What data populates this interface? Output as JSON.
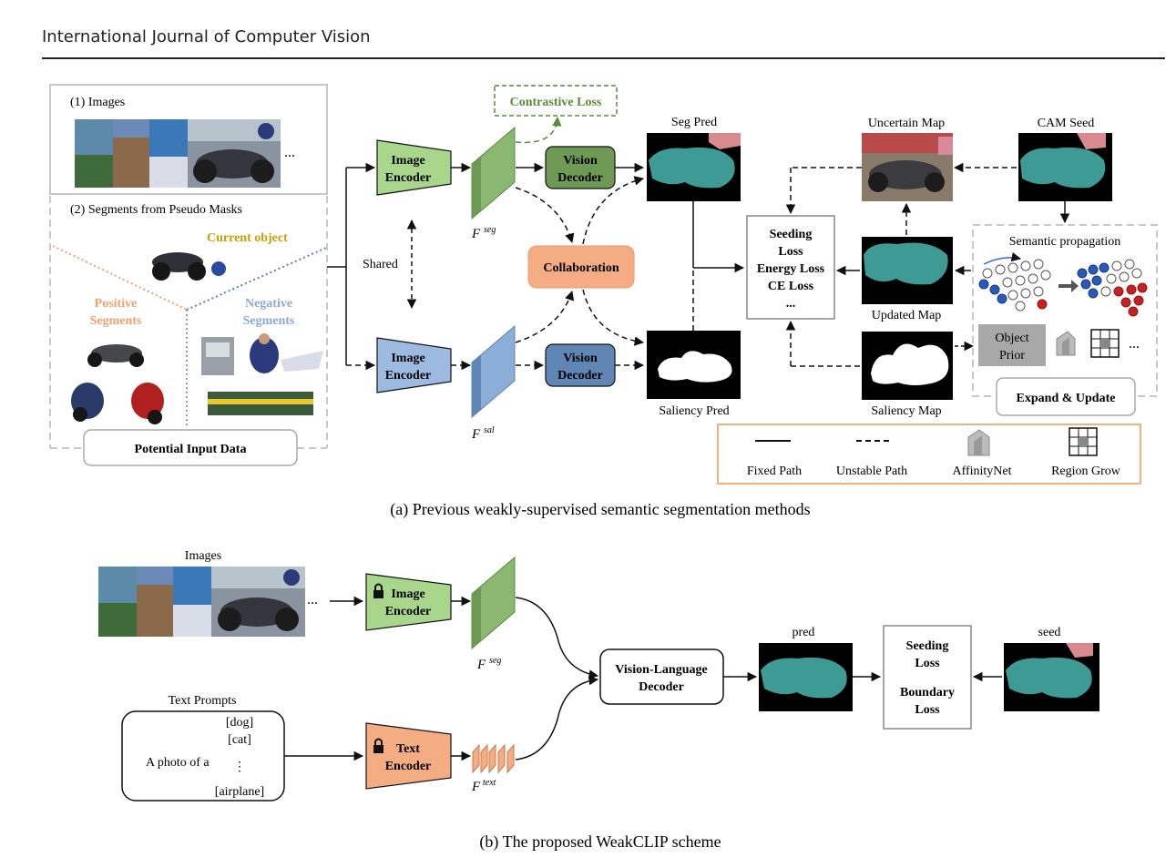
{
  "header": {
    "journal": "International Journal of Computer Vision"
  },
  "part_a": {
    "images_label": "(1) Images",
    "ellipsis": "...",
    "segments_label": "(2) Segments from Pseudo Masks",
    "current_object": "Current object",
    "positive": [
      "Positive",
      "Segments"
    ],
    "negative": [
      "Negative",
      "Segments"
    ],
    "potential_input": "Potential Input Data",
    "shared": "Shared",
    "image_encoder": [
      "Image",
      "Encoder"
    ],
    "vision_decoder": [
      "Vision",
      "Decoder"
    ],
    "f_seg": "F",
    "f_seg_sup": "seg",
    "f_sal": "F",
    "f_sal_sup": "sal",
    "contrastive_loss": "Contrastive Loss",
    "collaboration": "Collaboration",
    "seg_pred": "Seg Pred",
    "saliency_pred": "Saliency Pred",
    "losses": [
      "Seeding",
      "Loss",
      "Energy Loss",
      "CE Loss",
      "..."
    ],
    "uncertain_map": "Uncertain Map",
    "cam_seed": "CAM Seed",
    "updated_map": "Updated Map",
    "saliency_map": "Saliency Map",
    "semantic_propagation": "Semantic propagation",
    "object_prior": [
      "Object",
      "Prior"
    ],
    "expand_update": "Expand & Update",
    "legend": {
      "fixed_path": "Fixed Path",
      "unstable_path": "Unstable Path",
      "affinitynet": "AffinityNet",
      "region_grow": "Region Grow"
    },
    "caption": "(a)  Previous weakly-supervised semantic segmentation methods"
  },
  "part_b": {
    "images": "Images",
    "ellipsis": "...",
    "image_encoder": [
      "Image",
      "Encoder"
    ],
    "text_encoder": [
      "Text",
      "Encoder"
    ],
    "f_seg": "F",
    "f_seg_sup": "seg",
    "f_text": "F",
    "f_text_sup": "text",
    "vl_decoder": [
      "Vision-Language",
      "Decoder"
    ],
    "pred": "pred",
    "seed": "seed",
    "losses": [
      "Seeding",
      "Loss",
      "Boundary",
      "Loss"
    ],
    "text_prompts": "Text Prompts",
    "prompt_prefix": "A photo of a",
    "prompt_classes": [
      "[dog]",
      "[cat]",
      "⋮",
      "[airplane]"
    ],
    "caption": "(b)  The proposed WeakCLIP scheme"
  },
  "colors": {
    "green_fill": "#a8d68a",
    "green_dark": "#6f9a55",
    "blue_fill": "#9dbbe0",
    "blue_dark": "#5f86b4",
    "orange_fill": "#f4ad83",
    "teal_mask": "#3d9a94",
    "pink_mask": "#d98a8f",
    "olive_text": "#c8a000",
    "orange_text": "#f0a070",
    "blue_text": "#8aa8d8",
    "legend_border": "#f3b27a"
  }
}
